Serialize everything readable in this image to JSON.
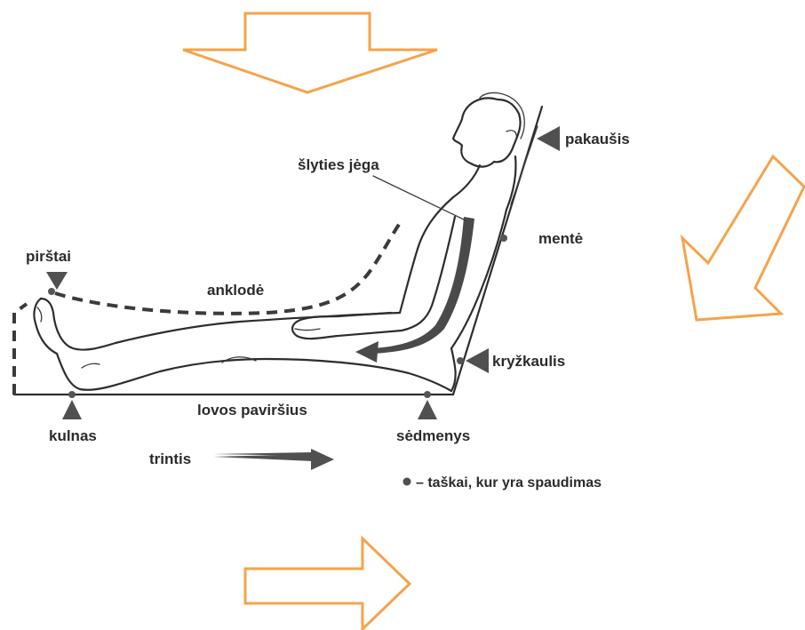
{
  "arrow_color": "#f5a34a",
  "labels": {
    "pakausis": "pakaušis",
    "slyties_jega": "šlyties jėga",
    "mente": "mentė",
    "pirstai": "pirštai",
    "anklode": "anklodė",
    "kryzkaulis": "kryžkaulis",
    "lovos_pavirsius": "lovos paviršius",
    "kulnas": "kulnas",
    "sedmenys": "sėdmenys",
    "trintis": "trintis",
    "legend": "– taškai, kur yra spaudimas"
  },
  "icons": {
    "orange_arrows": [
      "arrow-down-icon",
      "arrow-down-left-icon",
      "arrow-right-icon"
    ],
    "pressure_markers": [
      "pressure-triangle-icon",
      "pressure-dot-icon"
    ]
  }
}
